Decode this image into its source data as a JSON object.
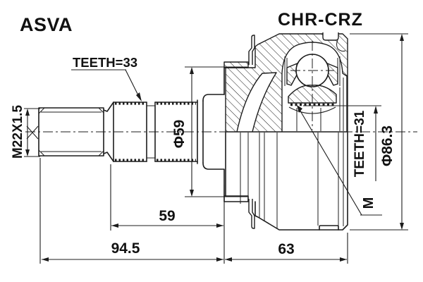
{
  "title": {
    "brand": "ASVA",
    "part_code": "CHR-CRZ"
  },
  "annotations": {
    "teeth_outer": "TEETH=33",
    "thread_spec": "M22X1.5",
    "boot_diameter": "Φ59",
    "teeth_inner": "TEETH=31",
    "outer_diameter": "Φ86.3",
    "inner_spline_mark": "M",
    "spline_section_length": "59",
    "shaft_length": "94.5",
    "housing_length": "63"
  },
  "colors": {
    "line": "#1c1c1c",
    "background": "#ffffff"
  }
}
